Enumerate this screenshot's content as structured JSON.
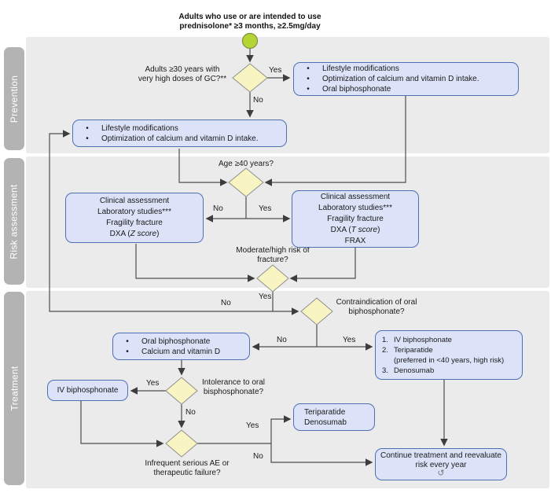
{
  "title": {
    "line1": "Adults who use or are intended to use",
    "line2": "prednisolone* ≥3 months, ≥2.5mg/day"
  },
  "sections": {
    "prevention": "Prevention",
    "risk_assessment": "Risk assessment",
    "treatment": "Treatment"
  },
  "decisions": {
    "high_dose": "Adults ≥30 years with\nvery high doses of GC?**",
    "age_40": "Age ≥40 years?",
    "fracture_risk": "Moderate/high risk of\nfracture?",
    "contraindication": "Contraindication of oral\nbiphosphonate?",
    "intolerance": "Intolerance to oral\nbisphosphonate?",
    "adverse_events": "Infrequent serious AE or\ntherapeutic failure?"
  },
  "edge_labels": {
    "yes": "Yes",
    "no": "No"
  },
  "glyphs": {
    "bullet": "•",
    "repeat": "↺"
  },
  "boxes": {
    "prevention_high": {
      "items": [
        "Lifestyle modifications",
        "Optimization of calcium and vitamin D intake.",
        "Oral biphosphonate"
      ]
    },
    "prevention_general": {
      "items": [
        "Lifestyle modifications",
        "Optimization of calcium and vitamin D intake."
      ]
    },
    "assess_under40": {
      "lines": [
        "Clinical assessment",
        "Laboratory studies***",
        "Fragility fracture"
      ],
      "dxa_prefix": "DXA (",
      "dxa_score": "Z score",
      "dxa_suffix": ")"
    },
    "assess_40plus": {
      "lines": [
        "Clinical assessment",
        "Laboratory studies***",
        "Fragility fracture"
      ],
      "dxa_prefix": "DXA (",
      "dxa_score": "T score",
      "dxa_suffix": ")",
      "frax": "FRAX"
    },
    "oral_treatment": {
      "items": [
        "Oral biphosphonate",
        "Calcium and vitamin D"
      ]
    },
    "alternative_treatment": {
      "items": [
        {
          "num": "1.",
          "text": "IV biphosphonate"
        },
        {
          "num": "2.",
          "text": "Teriparatide"
        },
        {
          "num": "",
          "text": "(preferred in <40 years, high risk)"
        },
        {
          "num": "3.",
          "text": "Denosumab"
        }
      ]
    },
    "iv_biphosphonate": {
      "text": "IV biphosphonate"
    },
    "teriparatide_denosumab": {
      "lines": [
        "Teriparatide",
        "Denosumab"
      ]
    },
    "continue_treatment": {
      "line1": "Continue treatment and reevaluate",
      "line2": "risk every year"
    }
  },
  "colors": {
    "section_band": "#ebebeb",
    "section_tab": "#b3b3b3",
    "process_box_fill": "#dce3f8",
    "process_box_border": "#4f6eb5",
    "decision_fill": "#f8f5c2",
    "decision_border": "#8f8f8f",
    "start_node_fill": "#b5d435",
    "connector": "#4d4d4d"
  }
}
